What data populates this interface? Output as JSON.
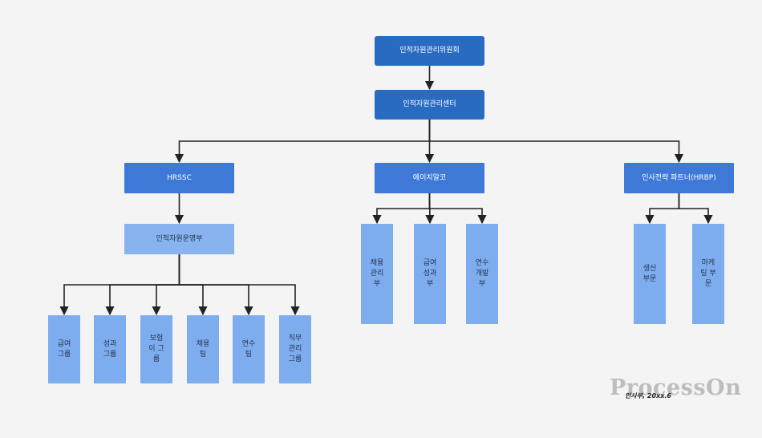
{
  "diagram": {
    "nodes": {
      "committee": "인적자원관리위원회",
      "center": "인적자원관리센터",
      "hrssc": "HRSSC",
      "hrcoe": "에이치알코",
      "hrbp": "인사전략 파트너(HRBP)",
      "ops": "인적자원운영부",
      "salary_group": "급여\n그룹",
      "performance_group": "성과\n그룹",
      "insurance_group": "보험\n이 그\n룹",
      "recruit_team": "채용\n팀",
      "training_team": "연수\n팀",
      "job_mgmt_group": "직무\n관리\n그룹",
      "recruit_mgmt": "채용\n관리\n부",
      "pay_perf": "급여\n성과\n부",
      "training_dev": "연수\n개발\n부",
      "production": "생산\n부문",
      "marketing": "마케\n팅 부\n문"
    },
    "edges": [
      [
        "committee",
        "center"
      ],
      [
        "center",
        "hrssc"
      ],
      [
        "center",
        "hrcoe"
      ],
      [
        "center",
        "hrbp"
      ],
      [
        "hrssc",
        "ops"
      ],
      [
        "ops",
        "salary_group"
      ],
      [
        "ops",
        "performance_group"
      ],
      [
        "ops",
        "insurance_group"
      ],
      [
        "ops",
        "recruit_team"
      ],
      [
        "ops",
        "training_team"
      ],
      [
        "ops",
        "job_mgmt_group"
      ],
      [
        "hrcoe",
        "recruit_mgmt"
      ],
      [
        "hrcoe",
        "pay_perf"
      ],
      [
        "hrcoe",
        "training_dev"
      ],
      [
        "hrbp",
        "production"
      ],
      [
        "hrbp",
        "marketing"
      ]
    ]
  },
  "watermark": "ProcessOn",
  "signature": "인사부, 20xx.6",
  "colors": {
    "top_level": "#2a6bc2",
    "second_level": "#3e79d8",
    "leaf": "#7eadef",
    "connector": "#222222"
  }
}
